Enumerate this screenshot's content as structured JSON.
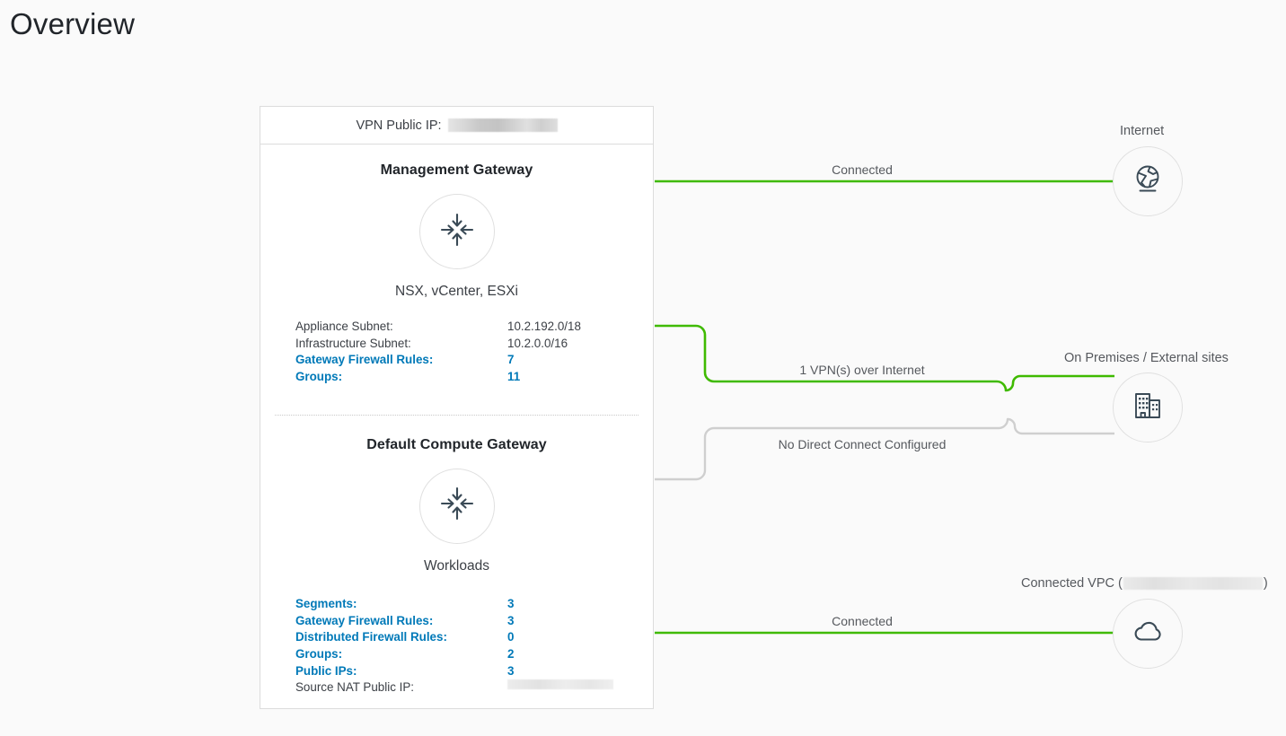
{
  "page": {
    "title": "Overview"
  },
  "colors": {
    "connected_green": "#3fba00",
    "inactive_gray": "#cfcfcf",
    "link_blue": "#0079b8",
    "icon_navy": "#3a4a56",
    "text_dark": "#3b3f45",
    "text_muted": "#56595e",
    "panel_border": "#dcdcdc"
  },
  "panel": {
    "header": {
      "vpn_public_ip_label": "VPN Public IP:",
      "vpn_public_ip_value": "",
      "vpn_public_ip_redacted": true
    },
    "gateways": [
      {
        "id": "management-gateway",
        "title": "Management Gateway",
        "icon": "gateway-arrows-icon",
        "subtitle": "NSX, vCenter, ESXi",
        "details": [
          {
            "label": "Appliance Subnet:",
            "value": "10.2.192.0/18",
            "link": false
          },
          {
            "label": "Infrastructure Subnet:",
            "value": "10.2.0.0/16",
            "link": false
          },
          {
            "label": "Gateway Firewall Rules:",
            "value": "7",
            "link": true
          },
          {
            "label": "Groups:",
            "value": "11",
            "link": true
          }
        ]
      },
      {
        "id": "default-compute-gateway",
        "title": "Default Compute Gateway",
        "icon": "gateway-arrows-icon",
        "subtitle": "Workloads",
        "details": [
          {
            "label": "Segments:",
            "value": "3",
            "link": true
          },
          {
            "label": "Gateway Firewall Rules:",
            "value": "3",
            "link": true
          },
          {
            "label": "Distributed Firewall Rules:",
            "value": "0",
            "link": true
          },
          {
            "label": "Groups:",
            "value": "2",
            "link": true
          },
          {
            "label": "Public IPs:",
            "value": "3",
            "link": true
          },
          {
            "label": "Source NAT Public IP:",
            "value": "",
            "link": false,
            "redacted": true
          }
        ]
      }
    ]
  },
  "nodes": [
    {
      "id": "internet",
      "label": "Internet",
      "icon": "globe-network-icon"
    },
    {
      "id": "on-premises",
      "label": "On Premises / External sites",
      "icon": "buildings-icon"
    },
    {
      "id": "connected-vpc",
      "label_prefix": "Connected VPC (",
      "label_suffix": ")",
      "label_redacted": true,
      "icon": "cloud-icon"
    }
  ],
  "connections": [
    {
      "id": "mgw-to-internet",
      "label": "Connected",
      "status": "connected"
    },
    {
      "id": "vpn-to-on-premises",
      "label": "1 VPN(s) over Internet",
      "status": "connected"
    },
    {
      "id": "direct-connect",
      "label": "No Direct Connect Configured",
      "status": "inactive"
    },
    {
      "id": "cgw-to-connected-vpc",
      "label": "Connected",
      "status": "connected"
    }
  ]
}
